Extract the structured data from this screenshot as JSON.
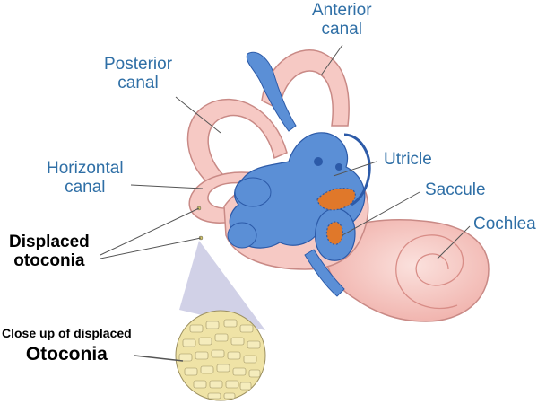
{
  "labels": {
    "anterior_line1": "Anterior",
    "anterior_line2": "canal",
    "posterior_line1": "Posterior",
    "posterior_line2": "canal",
    "horizontal_line1": "Horizontal",
    "horizontal_line2": "canal",
    "utricle": "Utricle",
    "saccule": "Saccule",
    "cochlea": "Cochlea",
    "displaced_line1": "Displaced",
    "displaced_line2": "otoconia",
    "closeup_line1": "Close up of displaced",
    "closeup_line2": "Otoconia"
  },
  "colors": {
    "canal_fill": "#f6c9c4",
    "canal_stroke": "#c98a86",
    "membrane_blue": "#5b8fd6",
    "membrane_stroke": "#2c5aa8",
    "macula_orange": "#e0782a",
    "label_blue": "#2f6fa6",
    "otoconia_fill": "#efe3a6",
    "magnifier_fill": "#c9c9e3"
  }
}
